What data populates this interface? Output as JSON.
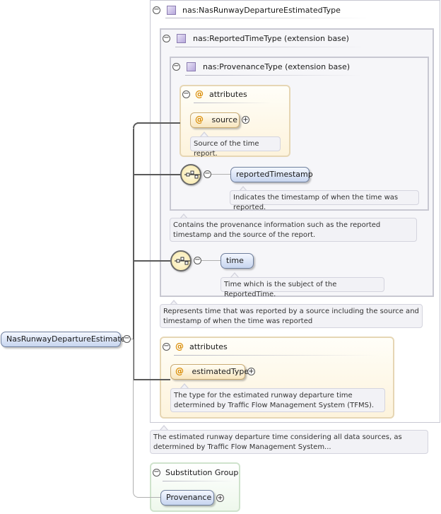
{
  "root": {
    "label": "NasRunwayDepartureEstimated"
  },
  "types": {
    "outer": "nas:NasRunwayDepartureEstimatedType",
    "reported": "nas:ReportedTimeType (extension base)",
    "provenance": "nas:ProvenanceType (extension base)"
  },
  "attributes": {
    "header": "attributes",
    "source": {
      "label": "source",
      "doc": "Source of the time report."
    },
    "estimated": {
      "label": "estimatedType",
      "doc": "The type for the estimated runway departure time determined by Traffic Flow Management System (TFMS)."
    }
  },
  "elements": {
    "reportedTimestamp": {
      "label": "reportedTimestamp",
      "doc": "Indicates the timestamp of when the time was reported."
    },
    "time": {
      "label": "time",
      "doc": "Time which is the subject of the ReportedTime."
    }
  },
  "annotations": {
    "provenance": "Contains the provenance information such as the reported timestamp and the source of the report.",
    "reported": "Represents time that was reported by a source including the source and timestamp of when the time was reported",
    "outer": "The estimated runway departure time considering all data sources, as determined by Traffic Flow Management System..."
  },
  "substitution": {
    "header": "Substitution Group",
    "label": "Provenance"
  },
  "colors": {
    "element_fill": "#c7d5ef",
    "attribute_fill": "#f8e6bf",
    "attribute_symbol": "#d98a00",
    "substitution_fill": "#eef8ec"
  }
}
